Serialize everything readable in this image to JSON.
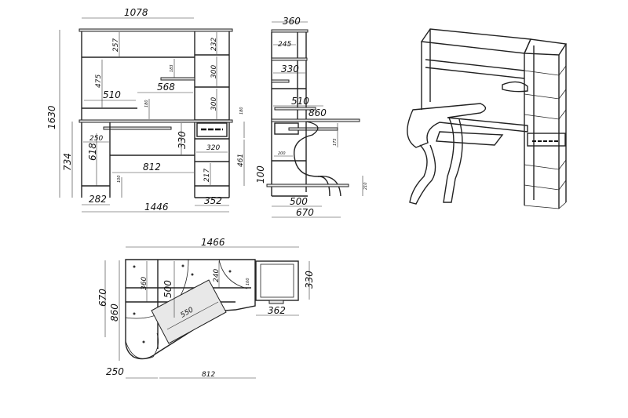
{
  "front_view": {
    "dims": {
      "width_hutch": "1078",
      "height_total": "1630",
      "height_desk": "734",
      "height_left": "618",
      "shelf_top": "257",
      "shelf_mid": "475",
      "shelf_left": "510",
      "shelf_right": "568",
      "small_step": "180",
      "small_shelf": "183",
      "right_1": "232",
      "right_2": "300",
      "right_3": "300",
      "drawer_h": "180",
      "knee": "330",
      "ped_left": "250",
      "drawer_w": "320",
      "ped_right_h": "461",
      "bottom_shelf": "217",
      "knee_width": "812",
      "plinth": "100",
      "foot_small": "100",
      "left_w": "282",
      "total_w": "1446",
      "right_w": "352"
    }
  },
  "side_view": {
    "dims": {
      "depth_top": "360",
      "shelf_1": "245",
      "shelf_2": "330",
      "shelf_3": "510",
      "desk_depth": "860",
      "kb_drop": "175",
      "ped_shelf": "200",
      "plinth": "100",
      "foot_h": "210",
      "base_500": "500",
      "base_670": "670"
    }
  },
  "plan_view": {
    "dims": {
      "total_w": "1466",
      "depth_360": "360",
      "depth_500": "500",
      "arc_240": "240",
      "gap_100": "100",
      "ped_depth": "330",
      "ped_w": "362",
      "depth_670": "670",
      "depth_860": "860",
      "kb_550": "550",
      "left_250": "250",
      "knee_812": "812"
    }
  },
  "colors": {
    "line": "#222222",
    "fill": "#e8e8e8"
  }
}
